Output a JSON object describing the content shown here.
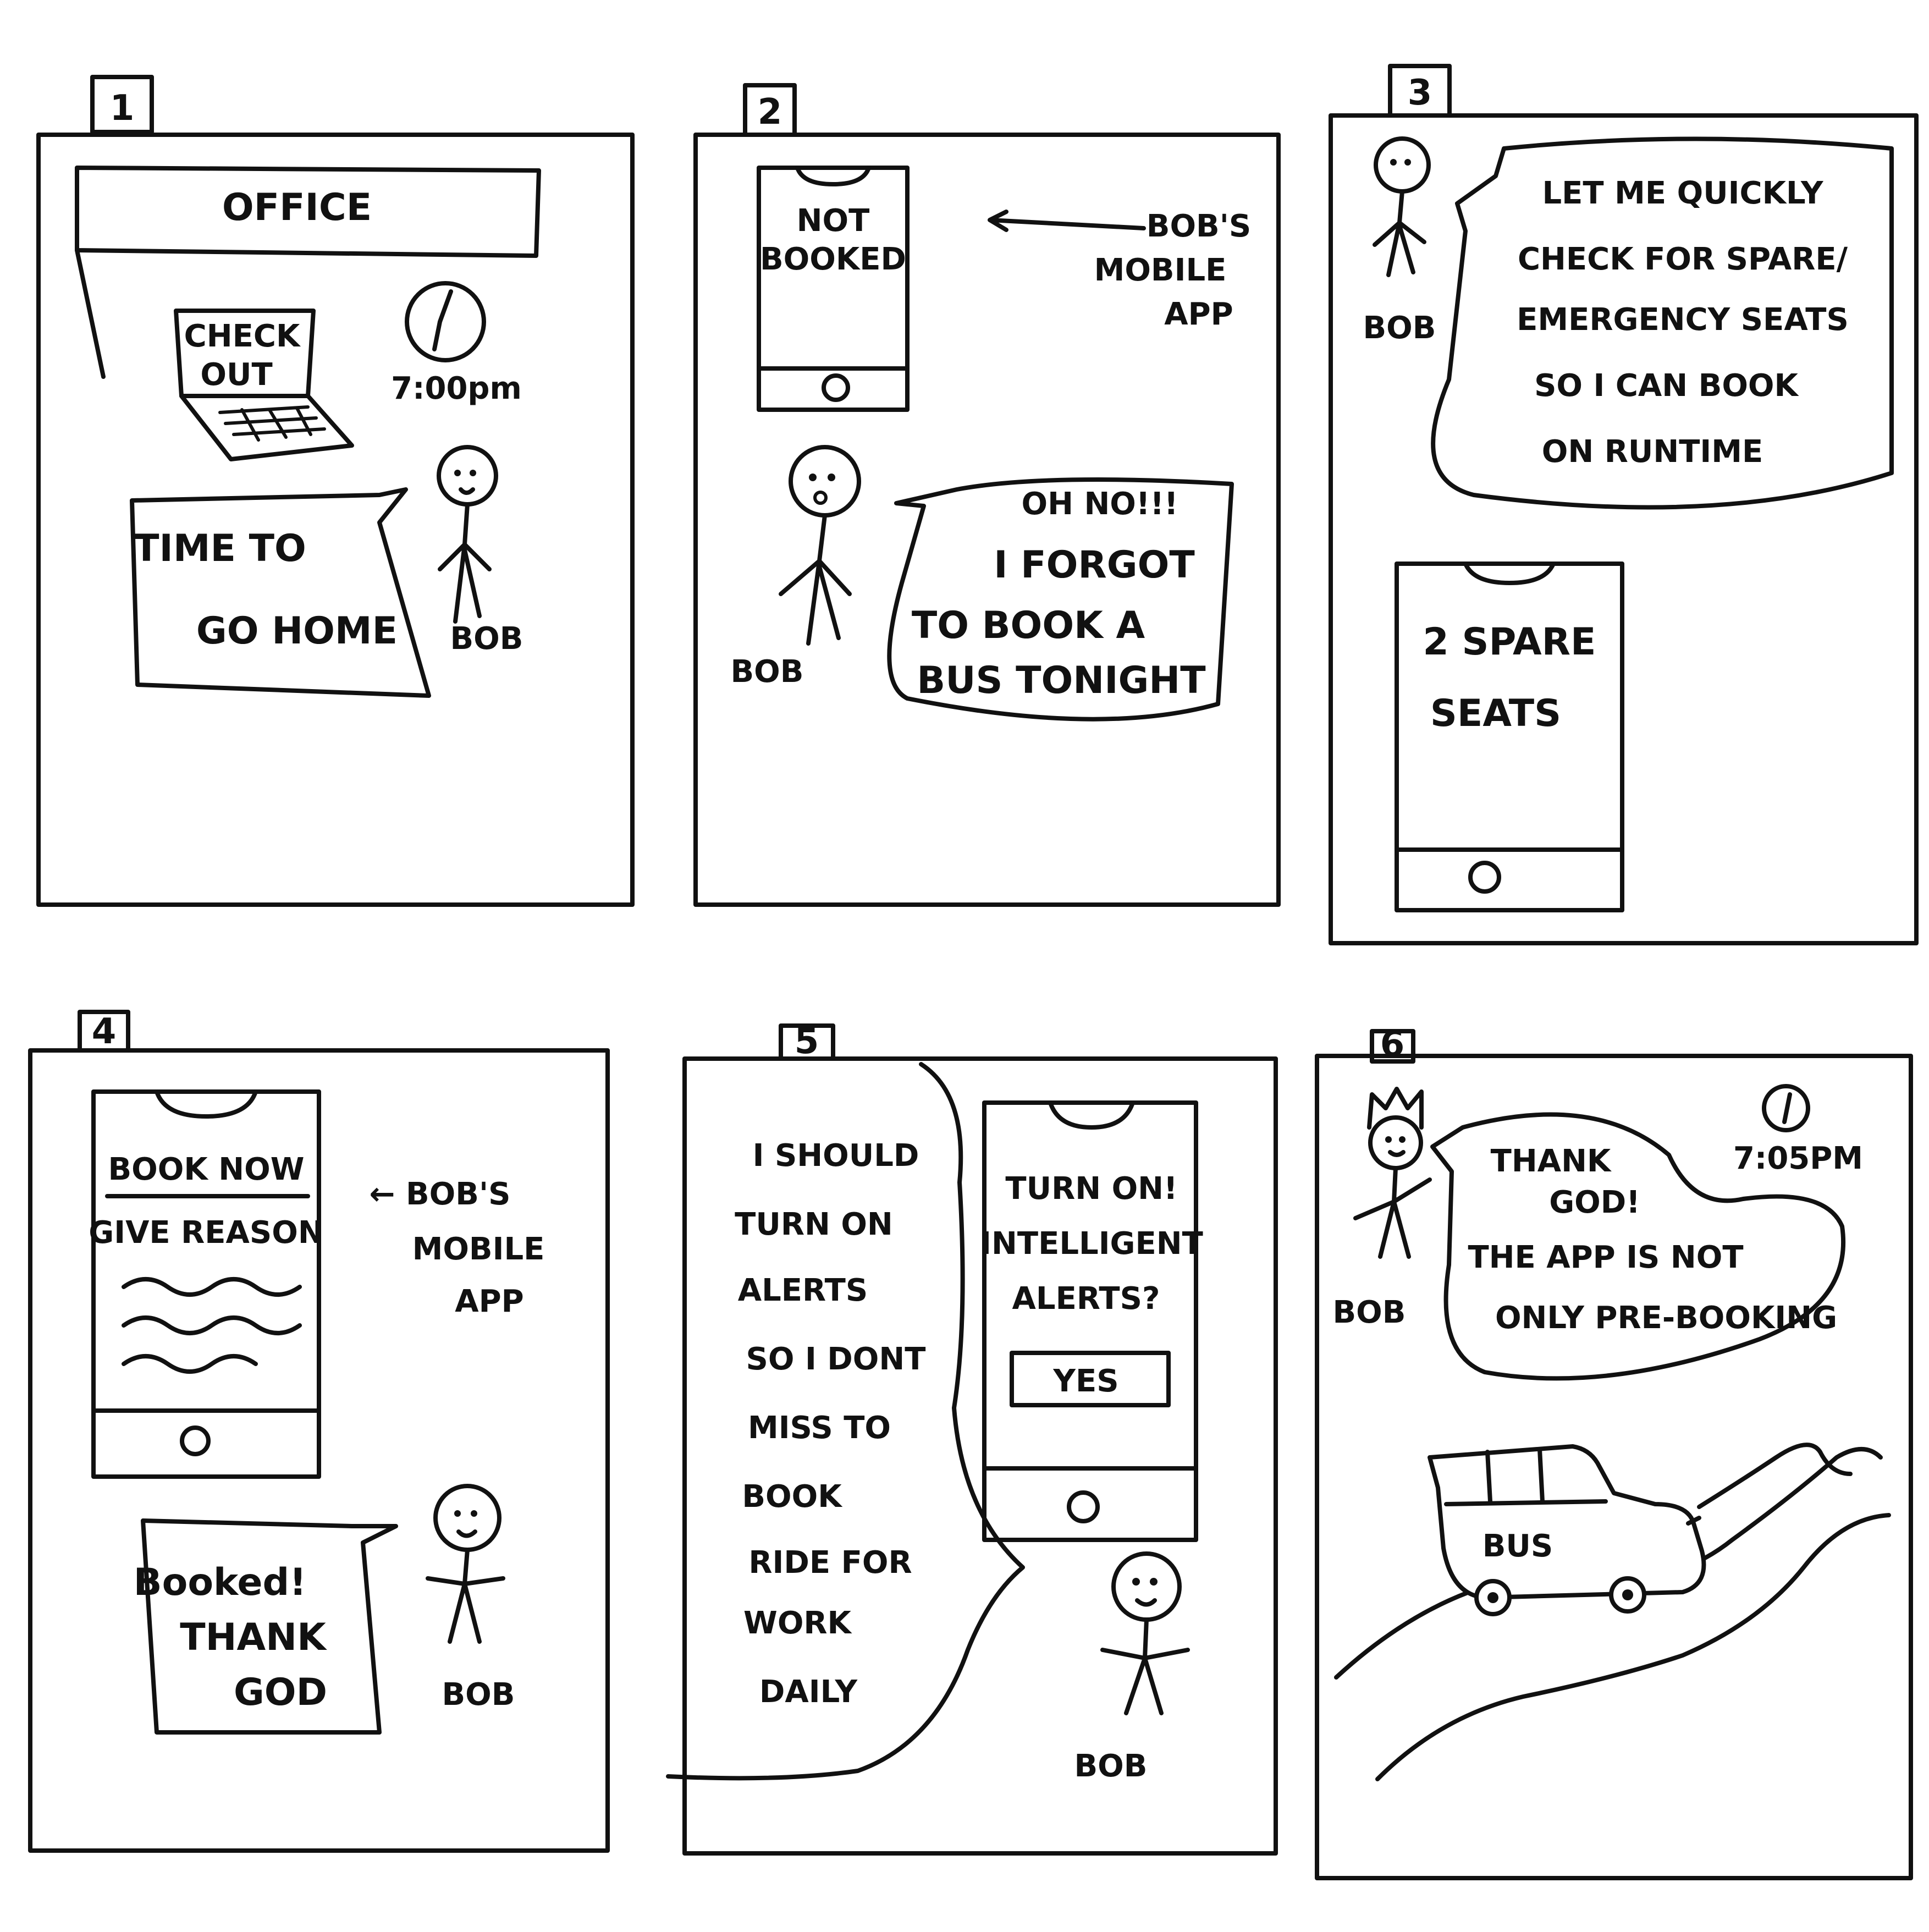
{
  "panels": [
    {
      "number": "1",
      "sign": "OFFICE",
      "laptop_screen": [
        "CHECK",
        "OUT"
      ],
      "clock_time": "7:00pm",
      "speech": [
        "TIME TO",
        "GO HOME"
      ],
      "character": "BOB"
    },
    {
      "number": "2",
      "phone_screen": [
        "NOT",
        "BOOKED"
      ],
      "annotation": [
        "BOB'S",
        "MOBILE",
        "APP"
      ],
      "speech": [
        "OH NO!!!",
        "I FORGOT",
        "TO BOOK A",
        "BUS TONIGHT"
      ],
      "character": "BOB"
    },
    {
      "number": "3",
      "character": "BOB",
      "speech": [
        "LET ME QUICKLY",
        "CHECK FOR SPARE/",
        "EMERGENCY SEATS",
        "SO I CAN BOOK",
        "ON RUNTIME"
      ],
      "phone_screen": [
        "2 SPARE",
        "SEATS"
      ]
    },
    {
      "number": "4",
      "phone_menu": [
        "BOOK NOW",
        "GIVE REASON"
      ],
      "annotation": [
        "← BOB'S",
        "MOBILE",
        "APP"
      ],
      "speech": [
        "Booked!",
        "THANK",
        "GOD"
      ],
      "character": "BOB"
    },
    {
      "number": "5",
      "thought": [
        "I SHOULD",
        "TURN ON",
        "ALERTS",
        "SO I DONT",
        "MISS TO",
        "BOOK",
        "RIDE FOR",
        "WORK",
        "DAILY"
      ],
      "phone_screen": [
        "TURN ON!",
        "INTELLIGENT",
        "ALERTS?"
      ],
      "phone_button": "YES",
      "character": "BOB"
    },
    {
      "number": "6",
      "character": "BOB",
      "speech": [
        "THANK",
        "GOD!",
        "THE APP IS NOT",
        "ONLY PRE-BOOKING"
      ],
      "clock_time": "7:05PM",
      "vehicle_label": "BUS"
    }
  ],
  "colors": {
    "ink": "#111111",
    "paper": "#ffffff"
  }
}
